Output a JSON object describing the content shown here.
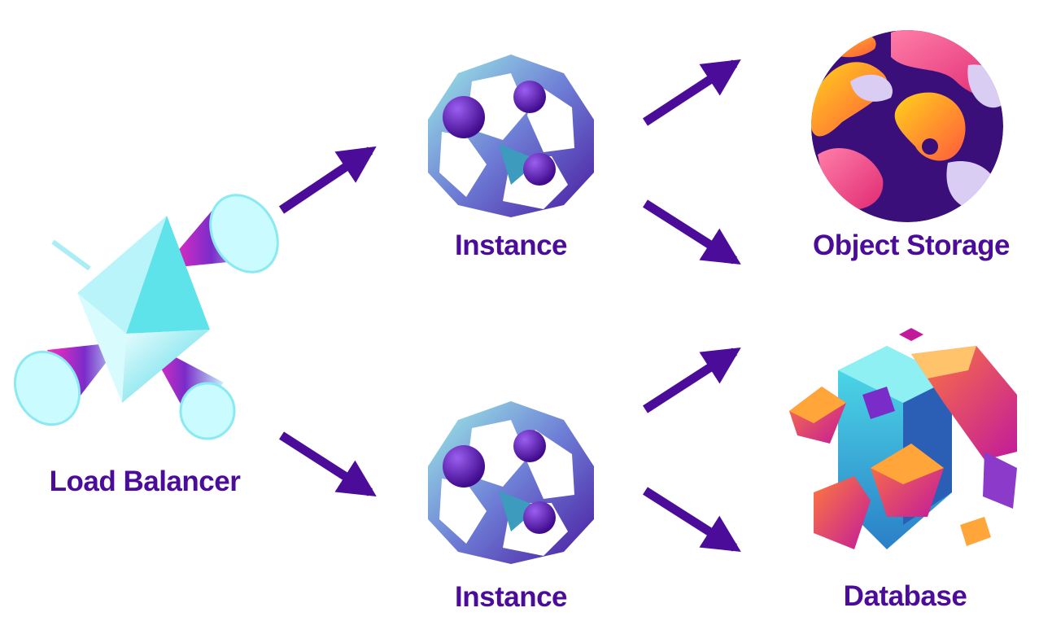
{
  "colors": {
    "text": "#4b0d99",
    "arrow": "#4b0d99",
    "cyan": "#5fe3ea",
    "magenta": "#ff2bbf",
    "purple": "#5a1aa8",
    "orange": "#ffa53a",
    "pink": "#ff4f86",
    "yellow": "#ffd21c",
    "lavender": "#d9cdf3"
  },
  "nodes": {
    "load_balancer": {
      "label": "Load Balancer",
      "icon": "prism-icon"
    },
    "instance_top": {
      "label": "Instance",
      "icon": "instance-sphere-icon"
    },
    "instance_bottom": {
      "label": "Instance",
      "icon": "instance-sphere-icon"
    },
    "object_storage": {
      "label": "Object Storage",
      "icon": "blob-sphere-icon"
    },
    "database": {
      "label": "Database",
      "icon": "cubes-icon"
    }
  },
  "edges": [
    {
      "from": "Load Balancer",
      "to": "Instance (top)"
    },
    {
      "from": "Load Balancer",
      "to": "Instance (bottom)"
    },
    {
      "from": "Instance (top)",
      "to": "Object Storage"
    },
    {
      "from": "Instance (top)",
      "to": "Database"
    },
    {
      "from": "Instance (bottom)",
      "to": "Object Storage"
    },
    {
      "from": "Instance (bottom)",
      "to": "Database"
    }
  ]
}
